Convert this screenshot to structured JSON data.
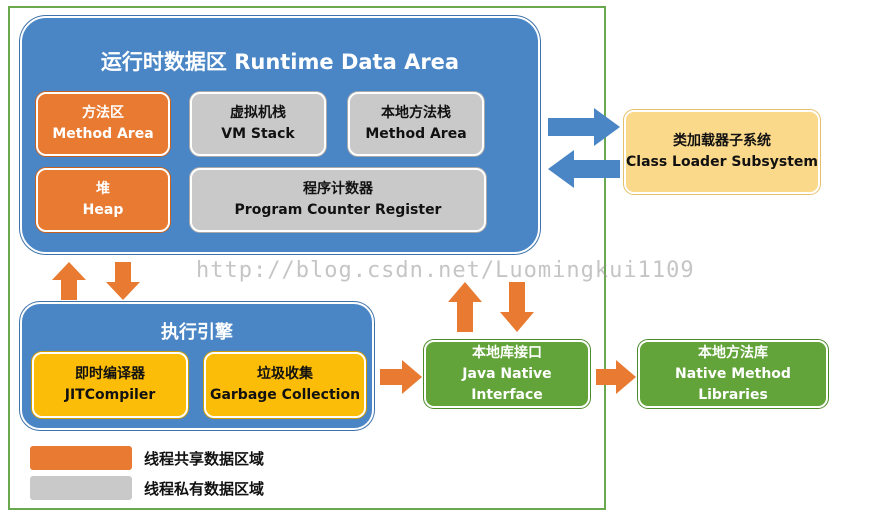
{
  "colors": {
    "blue_panel": "#4a86c5",
    "shared_region": "#e87a31",
    "private_region": "#c9c9c9",
    "engine_parts": "#fbbd08",
    "native": "#63a43a",
    "class_loader": "#fbd98a",
    "frame": "#6aa84f"
  },
  "runtime_data_area": {
    "title": "运行时数据区  Runtime Data Area",
    "method_area": {
      "zh": "方法区",
      "en": "Method Area"
    },
    "vm_stack": {
      "zh": "虚拟机栈",
      "en": "VM Stack"
    },
    "native_method_stack": {
      "zh": "本地方法栈",
      "en": "Method Area"
    },
    "heap": {
      "zh": "堆",
      "en": "Heap"
    },
    "program_counter": {
      "zh": "程序计数器",
      "en": "Program Counter Register"
    }
  },
  "class_loader": {
    "zh": "类加载器子系统",
    "en": "Class Loader Subsystem"
  },
  "execution_engine": {
    "title": "执行引擎",
    "jit": {
      "zh": "即时编译器",
      "en": "JITCompiler"
    },
    "gc": {
      "zh": "垃圾收集",
      "en": "Garbage Collection"
    }
  },
  "jni": {
    "zh": "本地库接口",
    "en": "Java Native Interface"
  },
  "native_libs": {
    "zh": "本地方法库",
    "en": "Native Method Libraries"
  },
  "legend": {
    "shared": "线程共享数据区域",
    "private": "线程私有数据区域"
  },
  "watermark": "http://blog.csdn.net/Luomingkui1109"
}
